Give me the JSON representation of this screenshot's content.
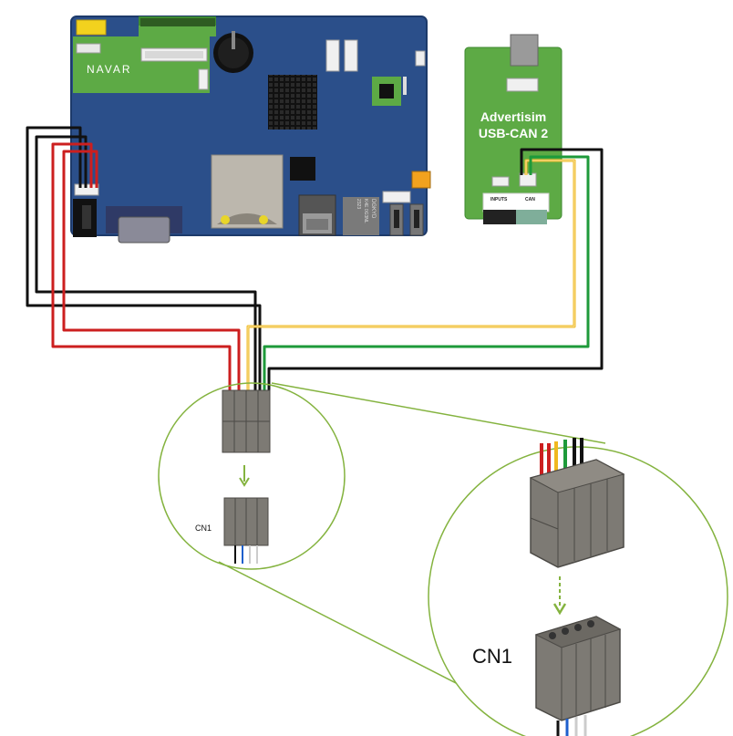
{
  "main_board": {
    "brand": "NAVAR",
    "chip_marking_line1": "DGKYD",
    "chip_marking_line2": "K4E 0G3NL",
    "chip_marking_line3": "2323"
  },
  "usb_can": {
    "title_line1": "Advertisim",
    "title_line2": "USB-CAN 2",
    "inputs_label": "INPUTS",
    "can_label": "CAN"
  },
  "connector_small": {
    "label": "CN1"
  },
  "connector_zoom": {
    "label": "CN1"
  },
  "colors": {
    "board_blue": "#2b4f8a",
    "pcb_green": "#5daa45",
    "wire_red": "#cc1f1f",
    "wire_black": "#111111",
    "wire_yellow": "#f0b81e",
    "wire_green": "#1e9a3a",
    "connector_grey": "#7d7a74",
    "callout_green": "#84b33f"
  }
}
